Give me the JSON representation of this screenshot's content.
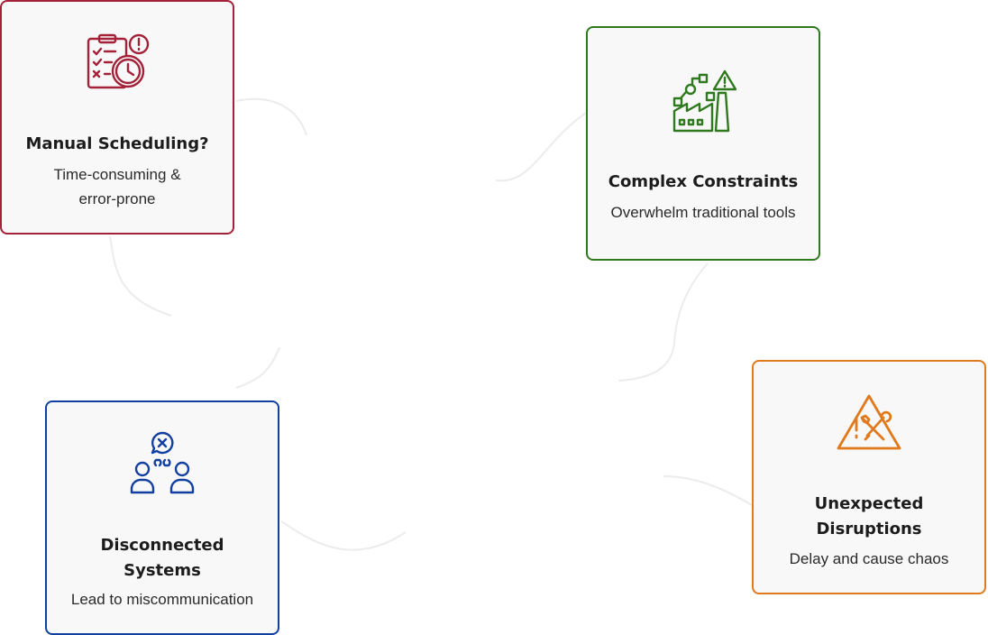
{
  "colors": {
    "red": "#a3223a",
    "green": "#2f7a1e",
    "blue": "#1340a0",
    "orange": "#e07a1c"
  },
  "cards": {
    "manual": {
      "icon": "checklist-clock-alert-icon",
      "title": "Manual Scheduling?",
      "desc_line1": "Time-consuming &",
      "desc_line2": "error-prone"
    },
    "complex": {
      "icon": "factory-flow-warning-icon",
      "title": "Complex Constraints",
      "desc_line1": "Overwhelm traditional tools"
    },
    "disconnected": {
      "icon": "disconnected-users-icon",
      "title_line1": "Disconnected",
      "title_line2": "Systems",
      "desc_line1": "Lead to miscommunication"
    },
    "disruptions": {
      "icon": "warning-tools-icon",
      "title_line1": "Unexpected",
      "title_line2": "Disruptions",
      "desc_line1": "Delay and cause chaos"
    }
  }
}
